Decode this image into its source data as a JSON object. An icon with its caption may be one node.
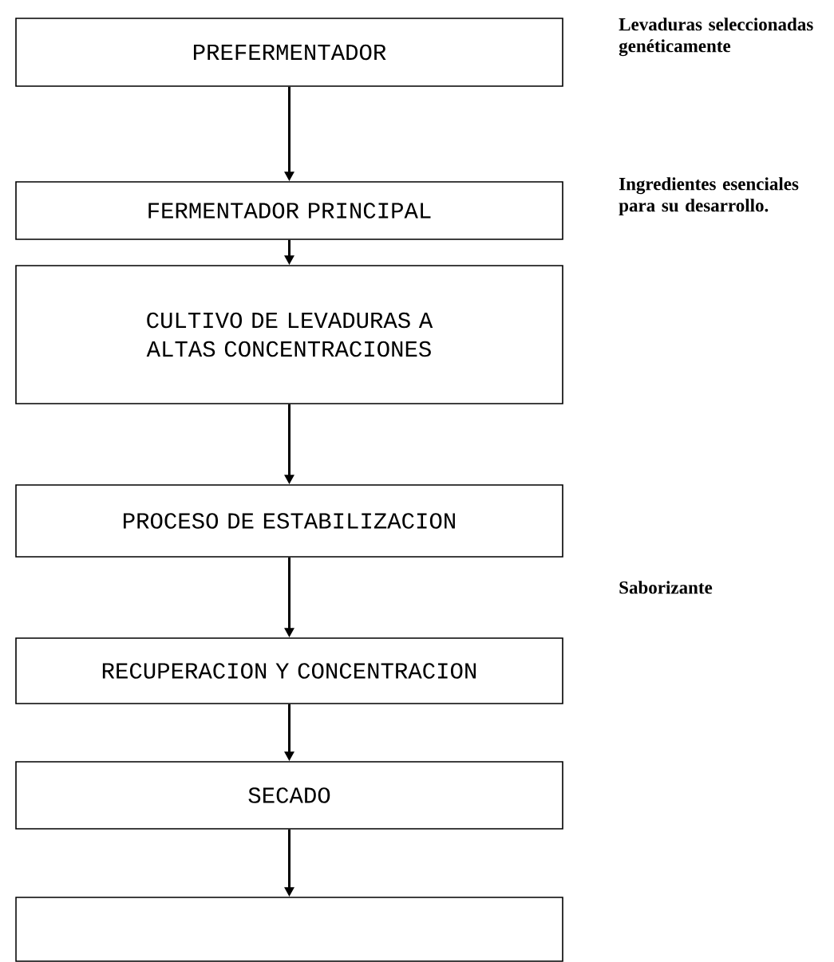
{
  "diagram": {
    "nodes": [
      {
        "text": [
          "PREFERMENTADOR"
        ]
      },
      {
        "text": [
          "FERMENTADOR PRINCIPAL"
        ]
      },
      {
        "text": [
          "CULTIVO DE LEVADURAS A ALTAS CONCENTRACIONES"
        ]
      },
      {
        "text": [
          "PROCESO DE ESTABILIZACION"
        ]
      },
      {
        "text": [
          "RECUPERACION Y CONCENTRACION"
        ]
      },
      {
        "text": [
          "SECADO"
        ]
      },
      {
        "text": [],
        "shape": "box"
      }
    ],
    "edges": [
      {
        "from": 0,
        "to": 1,
        "arrow": "to"
      },
      {
        "from": 1,
        "to": 2,
        "arrow": "to"
      },
      {
        "from": 2,
        "to": 3,
        "arrow": "to"
      },
      {
        "from": 3,
        "to": 4,
        "arrow": "to"
      },
      {
        "from": 4,
        "to": 5,
        "arrow": "to"
      },
      {
        "from": 5,
        "to": 6,
        "arrow": "to"
      }
    ],
    "labels": [
      "Levaduras seleccionadas genéticamente",
      "Ingredientes esenciales para su desarrollo.",
      "Saborizante"
    ]
  }
}
